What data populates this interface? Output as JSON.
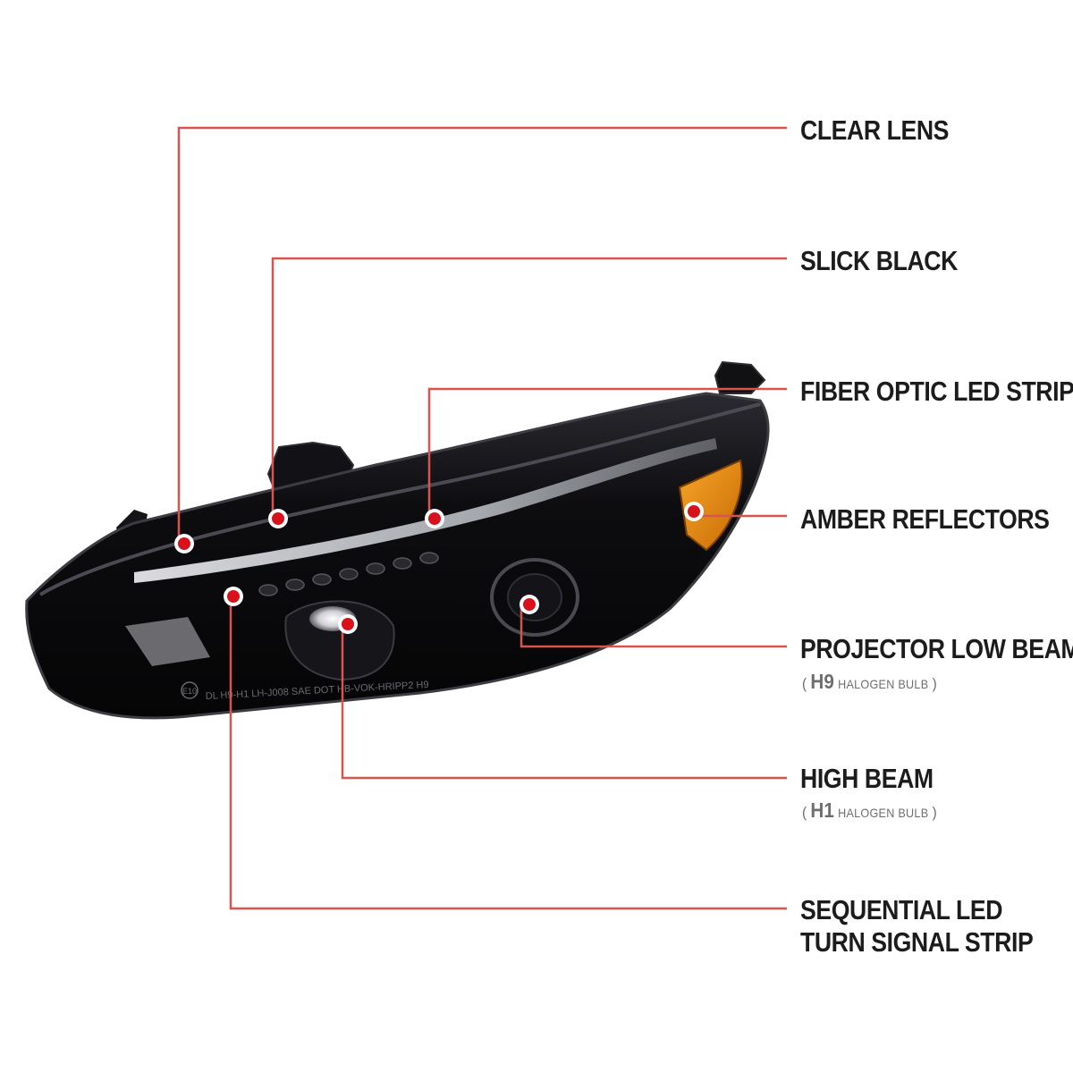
{
  "colors": {
    "leader_line": "#d9534f",
    "marker_ring": "#ffffff",
    "marker_fill": "#d8121a",
    "label_text": "#1c1c1c",
    "sub_text": "#6e6e6e",
    "housing": "#0b0b0d",
    "amber": "#e8890c"
  },
  "callouts": [
    {
      "id": "clear-lens",
      "label": "CLEAR LENS"
    },
    {
      "id": "slick-black",
      "label": "SLICK BLACK"
    },
    {
      "id": "fiber-optic",
      "label": "FIBER OPTIC LED STRIP"
    },
    {
      "id": "amber-reflectors",
      "label": "AMBER REFLECTORS"
    },
    {
      "id": "projector-low-beam",
      "label": "PROJECTOR LOW BEAM",
      "sub": {
        "open": "(",
        "bulb": "H9",
        "text": "HALOGEN BULB",
        "close": ")"
      }
    },
    {
      "id": "high-beam",
      "label": "HIGH BEAM",
      "sub": {
        "open": "(",
        "bulb": "H1",
        "text": "HALOGEN BULB",
        "close": ")"
      }
    },
    {
      "id": "sequential-led",
      "label_line1": "SEQUENTIAL LED",
      "label_line2": "TURN SIGNAL STRIP"
    }
  ],
  "housing_markings": {
    "line1": "DL H9-H1 LH-J008 SAE DOT HB-VOK-HRIPP2 H9",
    "badge": "E10"
  }
}
